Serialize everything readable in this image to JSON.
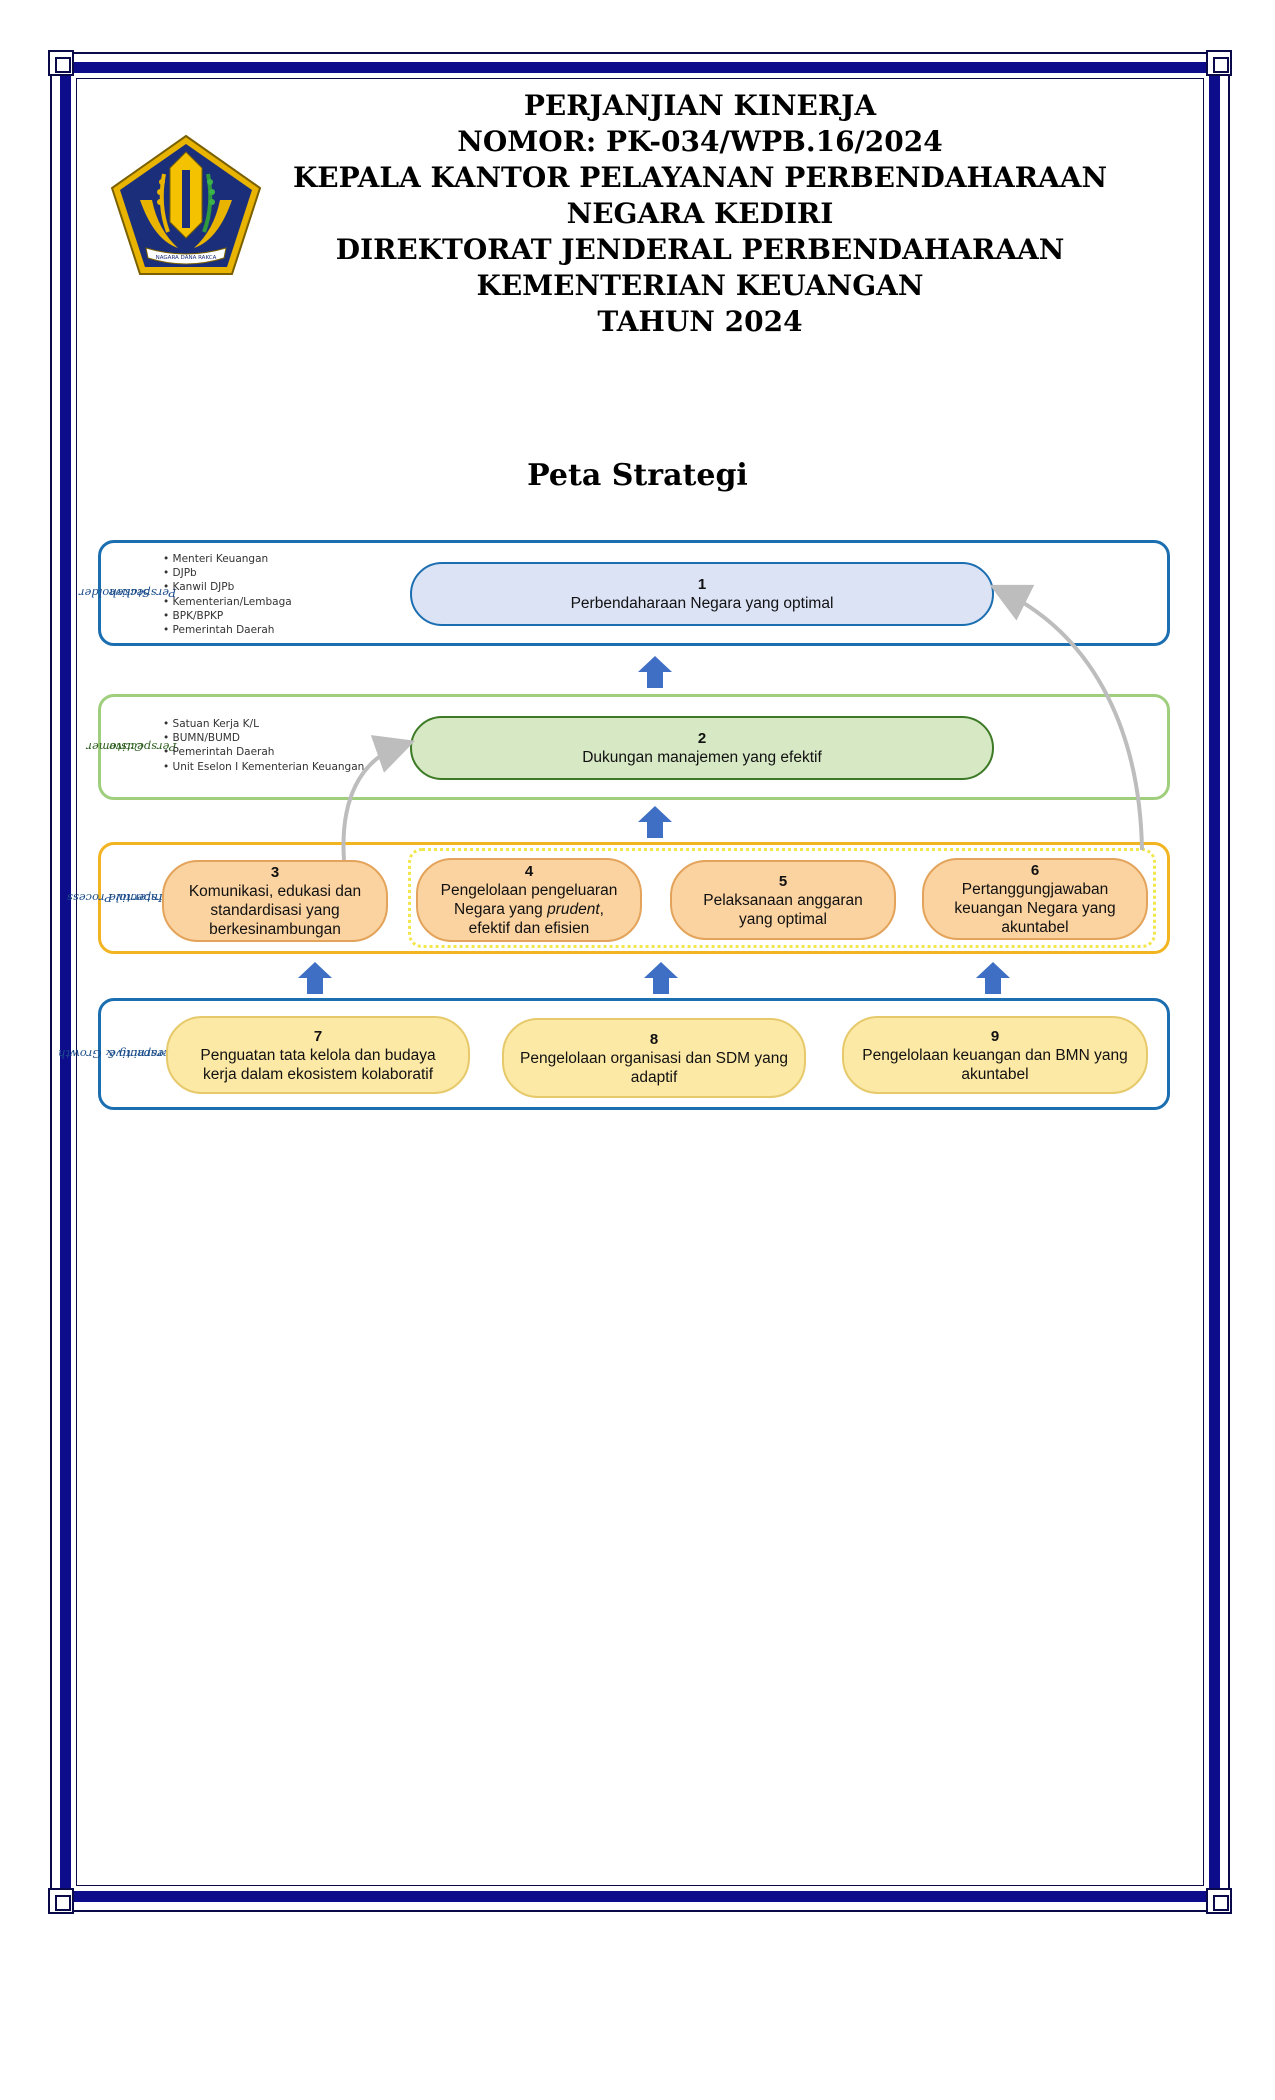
{
  "header": {
    "title": "PERJANJIAN KINERJA",
    "number": "NOMOR: PK-034/WPB.16/2024",
    "office_line1": "KEPALA KANTOR PELAYANAN PERBENDAHARAAN",
    "office_line2": "NEGARA KEDIRI",
    "directorate": "DIREKTORAT JENDERAL PERBENDAHARAAN",
    "ministry": "KEMENTERIAN KEUANGAN",
    "year": "TAHUN 2024"
  },
  "logo": {
    "icon": "kemenkeu-emblem-icon",
    "motto": "NAGARA DANA RAKCA"
  },
  "strategy_map": {
    "title": "Peta Strategi",
    "perspectives": {
      "stakeholder": {
        "label_line1": "Stakeholder",
        "label_line2": "Perspective",
        "items": [
          "Menteri Keuangan",
          "DJPb",
          "Kanwil DJPb",
          "Kementerian/Lembaga",
          "BPK/BPKP",
          "Pemerintah Daerah"
        ],
        "color": "#1b6fb1"
      },
      "customer": {
        "label_line1": "Customer",
        "label_line2": "Perspective",
        "items": [
          "Satuan Kerja K/L",
          "BUMN/BUMD",
          "Pemerintah Daerah",
          "Unit Eselon I Kementerian Keuangan"
        ],
        "color": "#9fce7d"
      },
      "internal": {
        "label_line1": "Internal Process",
        "label_line2": "Perspective",
        "color": "#f2b420"
      },
      "learning": {
        "label_line1": "Learning & Growth",
        "label_line2": "Perspective",
        "color": "#1b6fb1"
      }
    },
    "objectives": [
      {
        "num": "1",
        "text": "Perbendaharaan Negara yang optimal"
      },
      {
        "num": "2",
        "text": "Dukungan manajemen yang efektif"
      },
      {
        "num": "3",
        "line1": "Komunikasi, edukasi dan",
        "line2": "standardisasi yang",
        "line3": "berkesinambungan"
      },
      {
        "num": "4",
        "line1": "Pengelolaan pengeluaran",
        "line2a": "Negara yang ",
        "line2b": "prudent",
        "line2c": ",",
        "line3": "efektif dan efisien"
      },
      {
        "num": "5",
        "line1": "Pelaksanaan anggaran",
        "line2": "yang optimal"
      },
      {
        "num": "6",
        "line1": "Pertanggungjawaban",
        "line2": "keuangan Negara yang",
        "line3": "akuntabel"
      },
      {
        "num": "7",
        "line1": "Penguatan tata kelola dan budaya",
        "line2": "kerja dalam ekosistem kolaboratif"
      },
      {
        "num": "8",
        "line1": "Pengelolaan organisasi dan SDM yang",
        "line2": "adaptif"
      },
      {
        "num": "9",
        "line1": "Pengelolaan keuangan dan BMN yang",
        "line2": "akuntabel"
      }
    ],
    "colors": {
      "obj1_fill": "#dce3f5",
      "obj1_border": "#1b6fb1",
      "obj2_fill": "#d7e8c4",
      "obj2_border": "#3c7a26",
      "internal_fill": "#fbd3a1",
      "internal_border": "#e3a35a",
      "learning_fill": "#fde9a6",
      "learning_border": "#e6c96a",
      "arrow": "#3f6fc4",
      "link_arrow": "#bdbdbd"
    }
  }
}
